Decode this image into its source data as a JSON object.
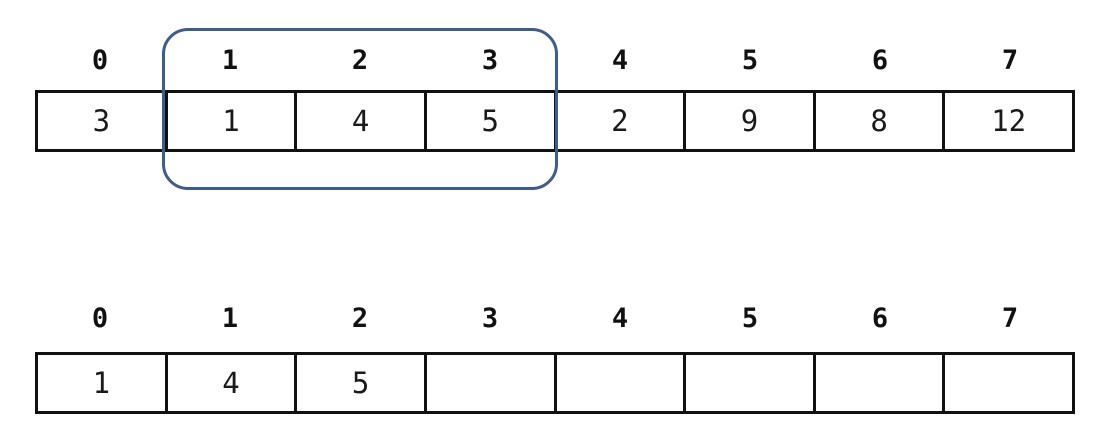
{
  "colors": {
    "highlight_outline": "#3e5c8f",
    "array_border": "#111111",
    "background": "#ffffff"
  },
  "top_array": {
    "indices": [
      "0",
      "1",
      "2",
      "3",
      "4",
      "5",
      "6",
      "7"
    ],
    "values": [
      "3",
      "1",
      "4",
      "5",
      "2",
      "9",
      "8",
      "12"
    ],
    "highlighted_index_start": 1,
    "highlighted_index_end": 3
  },
  "bottom_array": {
    "indices": [
      "0",
      "1",
      "2",
      "3",
      "4",
      "5",
      "6",
      "7"
    ],
    "values": [
      "1",
      "4",
      "5",
      "",
      "",
      "",
      "",
      ""
    ]
  }
}
